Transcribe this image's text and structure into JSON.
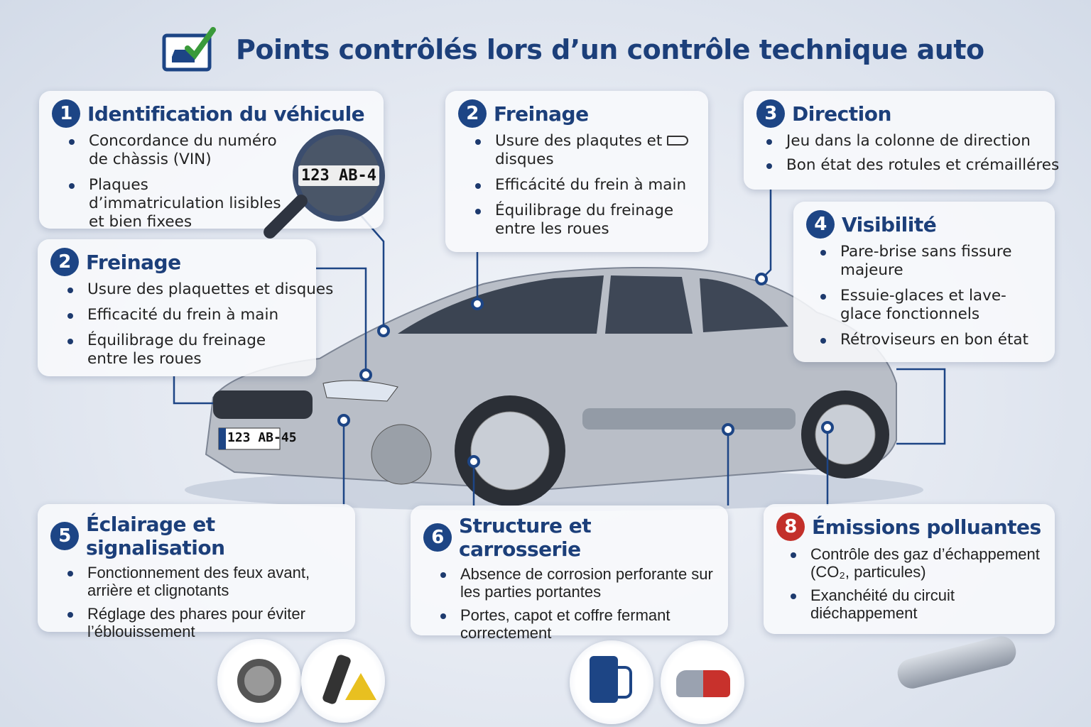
{
  "title": "Points contrôlés lors d’un contrôle technique auto",
  "car": {
    "plate": "123 AB-45",
    "magnified_plate": "123 AB-4"
  },
  "sections": [
    {
      "number": "1",
      "title": "Identification du véhicule",
      "items": [
        "Concordance du numéro de chàssis (VIN)",
        "Plaques d’immatriculation lisibles et bien fixees"
      ]
    },
    {
      "number": "2",
      "title": "Freinage",
      "items": [
        "Usure des plaquettes et disques",
        "Efficacité du frein à main",
        "Équilibrage du freinage entre les roues"
      ]
    },
    {
      "number": "2",
      "title": "Freinage",
      "items": [
        "Usure des plaqutes et",
        "disques",
        "Efficácité du frein à main",
        "Équilibrage du freinage entre les roues"
      ]
    },
    {
      "number": "3",
      "title": "Direction",
      "items": [
        "Jeu dans la colonne de direction",
        "Bon état des rotules et crémailléres"
      ]
    },
    {
      "number": "4",
      "title": "Visibilité",
      "items": [
        "Pare-brise sans fissure majeure",
        "Essuie-glaces et lave-glace fonctionnels",
        "Rétroviseurs en bon état"
      ]
    },
    {
      "number": "5",
      "title": "Éclairage et signalisation",
      "items": [
        "Fonctionnement des feux avant, arrière et clignotants",
        "Réglage des phares pour éviter l’éblouissement"
      ]
    },
    {
      "number": "6",
      "title": "Structure et carrosserie",
      "items": [
        "Absence de corrosion perforante sur les parties portantes",
        "Portes, capot et coffre fermant correctement"
      ]
    },
    {
      "number": "8",
      "title": "Émissions polluantes",
      "items": [
        "Contrôle des gaz d’échappement (CO₂, particules)",
        "Exanchéité du circuit diéchappement"
      ]
    }
  ],
  "colors": {
    "title": "#1c3f7a",
    "badge": "#1d4585",
    "badge_red": "#c3302a"
  }
}
